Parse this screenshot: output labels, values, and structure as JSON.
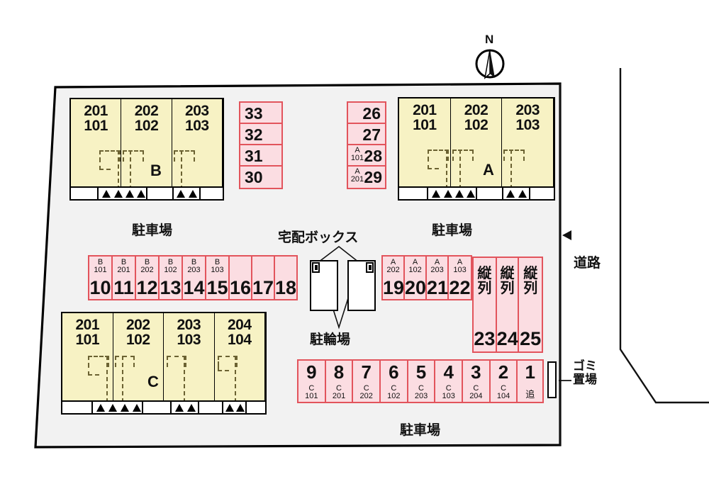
{
  "map": {
    "compass_label": "N",
    "road_label": "道路",
    "garbage_label": "ゴミ\n置場",
    "garbage_line1": "ゴミ",
    "garbage_line2": "置場",
    "delivery_box_label": "宅配ボックス",
    "bicycle_parking_label": "駐輪場",
    "parking_label": "駐車場",
    "parking_label_top_left": "駐車場",
    "parking_label_top_right": "駐車場",
    "parking_label_bottom": "駐車場",
    "colors": {
      "building_fill": "#f7f2c4",
      "parking_fill": "#fbdde2",
      "parking_stroke": "#e2545c",
      "site_fill": "#f2f2f2",
      "outline": "#000000"
    }
  },
  "buildings": [
    {
      "letter": "B",
      "units": [
        {
          "upper": "201",
          "lower": "101"
        },
        {
          "upper": "202",
          "lower": "102"
        },
        {
          "upper": "203",
          "lower": "103"
        }
      ]
    },
    {
      "letter": "A",
      "units": [
        {
          "upper": "201",
          "lower": "101"
        },
        {
          "upper": "202",
          "lower": "102"
        },
        {
          "upper": "203",
          "lower": "103"
        }
      ]
    },
    {
      "letter": "C",
      "units": [
        {
          "upper": "201",
          "lower": "101"
        },
        {
          "upper": "202",
          "lower": "102"
        },
        {
          "upper": "203",
          "lower": "103"
        },
        {
          "upper": "204",
          "lower": "104"
        }
      ]
    }
  ],
  "parking": {
    "left_column": [
      {
        "number": "33",
        "assign1": "",
        "assign2": ""
      },
      {
        "number": "32",
        "assign1": "",
        "assign2": ""
      },
      {
        "number": "31",
        "assign1": "",
        "assign2": ""
      },
      {
        "number": "30",
        "assign1": "",
        "assign2": ""
      }
    ],
    "center_column": [
      {
        "number": "26",
        "assign1": "",
        "assign2": ""
      },
      {
        "number": "27",
        "assign1": "",
        "assign2": ""
      },
      {
        "number": "28",
        "assign1": "A",
        "assign2": "101"
      },
      {
        "number": "29",
        "assign1": "A",
        "assign2": "201"
      }
    ],
    "middle_row_b": [
      {
        "number": "10",
        "assign1": "B",
        "assign2": "101"
      },
      {
        "number": "11",
        "assign1": "B",
        "assign2": "201"
      },
      {
        "number": "12",
        "assign1": "B",
        "assign2": "202"
      },
      {
        "number": "13",
        "assign1": "B",
        "assign2": "102"
      },
      {
        "number": "14",
        "assign1": "B",
        "assign2": "203"
      },
      {
        "number": "15",
        "assign1": "B",
        "assign2": "103"
      },
      {
        "number": "16",
        "assign1": "",
        "assign2": ""
      },
      {
        "number": "17",
        "assign1": "",
        "assign2": ""
      },
      {
        "number": "18",
        "assign1": "",
        "assign2": ""
      }
    ],
    "middle_row_a": [
      {
        "number": "19",
        "assign1": "A",
        "assign2": "202"
      },
      {
        "number": "20",
        "assign1": "A",
        "assign2": "102"
      },
      {
        "number": "21",
        "assign1": "A",
        "assign2": "203"
      },
      {
        "number": "22",
        "assign1": "A",
        "assign2": "103"
      }
    ],
    "tandem": [
      {
        "number": "23",
        "label": "縦列"
      },
      {
        "number": "24",
        "label": "縦列"
      },
      {
        "number": "25",
        "label": "縦列"
      }
    ],
    "bottom_row": [
      {
        "number": "9",
        "assign1": "C",
        "assign2": "101"
      },
      {
        "number": "8",
        "assign1": "C",
        "assign2": "201"
      },
      {
        "number": "7",
        "assign1": "C",
        "assign2": "202"
      },
      {
        "number": "6",
        "assign1": "C",
        "assign2": "102"
      },
      {
        "number": "5",
        "assign1": "C",
        "assign2": "203"
      },
      {
        "number": "4",
        "assign1": "C",
        "assign2": "103"
      },
      {
        "number": "3",
        "assign1": "C",
        "assign2": "204"
      },
      {
        "number": "2",
        "assign1": "C",
        "assign2": "104"
      },
      {
        "number": "1",
        "assign1": "",
        "assign2": "追"
      }
    ]
  }
}
